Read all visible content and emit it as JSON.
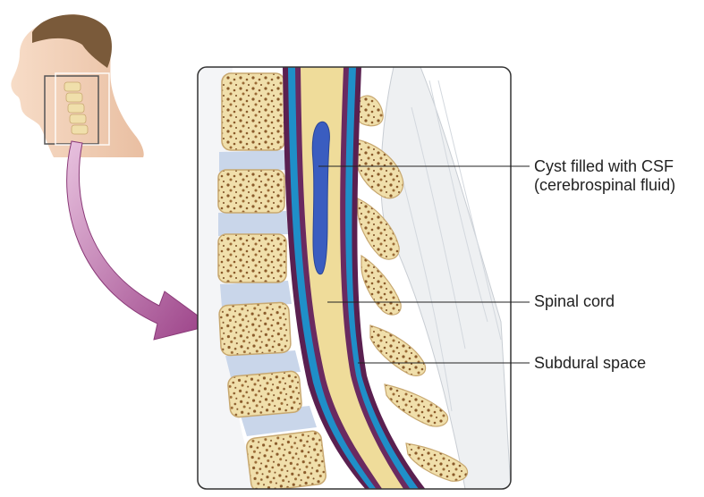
{
  "labels": {
    "cyst_line1": "Cyst filled with CSF",
    "cyst_line2": "(cerebrospinal fluid)",
    "spinal_cord": "Spinal cord",
    "subdural_space": "Subdural space"
  },
  "colors": {
    "vertebra_fill": "#f0dfab",
    "vertebra_spots": "#8a5a2a",
    "disc": "#c9d6ea",
    "spinal_cord": "#efdc9a",
    "dura_purple": "#5a2050",
    "csf_blue": "#1f8fc8",
    "cyst": "#3a5dc0",
    "arrow_purple": "#b0589c",
    "frame": "#333333"
  }
}
